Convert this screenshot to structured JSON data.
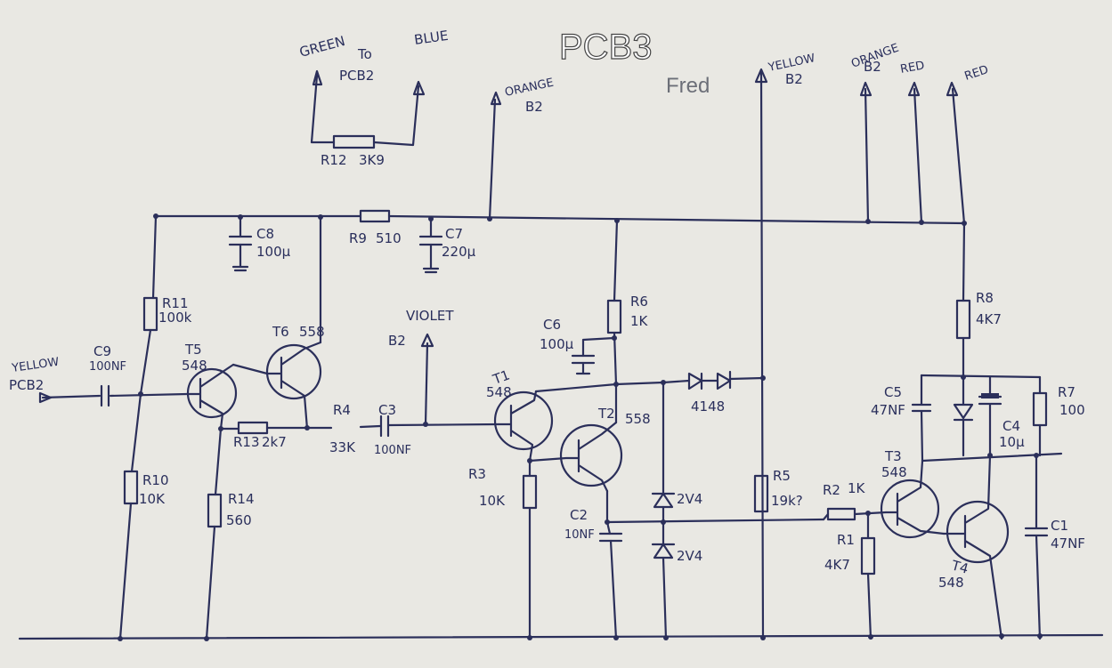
{
  "title": "PCB3",
  "subtitle": "Fred",
  "labels": {
    "green": "GREEN",
    "to": "To",
    "pcb2_top": "PCB2",
    "blue": "BLUE",
    "r12": "R12",
    "r12_val": "3K9",
    "orange_b2_left": "ORANGE",
    "b2_left": "B2",
    "yellow_top": "YELLOW",
    "b2_yellow": "B2",
    "orange_right": "ORANGE",
    "b2_right": "B2",
    "red1": "RED",
    "red2": "RED",
    "c8": "C8",
    "c8_val": "100µ",
    "r9": "R9",
    "r9_val": "510",
    "c7": "C7",
    "c7_val": "220µ",
    "r11": "R11",
    "r11_val": "100k",
    "c9": "C9",
    "c9_val": "100NF",
    "yellow_in": "YELLOW",
    "pcb2_in": "PCB2",
    "t5": "T5",
    "t5_val": "548",
    "t6": "T6",
    "t6_val": "558",
    "violet": "VIOLET",
    "b2_violet": "B2",
    "r13": "R13",
    "r13_val": "2k7",
    "r4": "R4",
    "r4_val": "33K",
    "c3": "C3",
    "c3_val": "100NF",
    "r10": "R10",
    "r10_val": "10K",
    "r14": "R14",
    "r14_val": "560",
    "r6": "R6",
    "r6_val": "1K",
    "c6": "C6",
    "c6_val": "100µ",
    "t1": "T1",
    "t1_val": "548",
    "t2": "T2",
    "t2_val": "558",
    "d_4148": "4148",
    "r3": "R3",
    "r3_val": "10K",
    "c2": "C2",
    "c2_val": "10NF",
    "z1": "2V4",
    "z2": "2V4",
    "r5": "R5",
    "r5_val": "19k?",
    "r2": "R2",
    "r2_val": "1K",
    "r1": "R1",
    "r1_val": "4K7",
    "r8": "R8",
    "r8_val": "4K7",
    "c5": "C5",
    "c5_val": "47NF",
    "c4": "C4",
    "c4_val": "10µ",
    "r7": "R7",
    "r7_val": "100",
    "t3": "T3",
    "t3_val": "548",
    "t4": "T4",
    "t4_val": "548",
    "c1": "C1",
    "c1_val": "47NF"
  },
  "colors": {
    "ink": "#2b2f5a",
    "paper": "#e9e8e3"
  }
}
